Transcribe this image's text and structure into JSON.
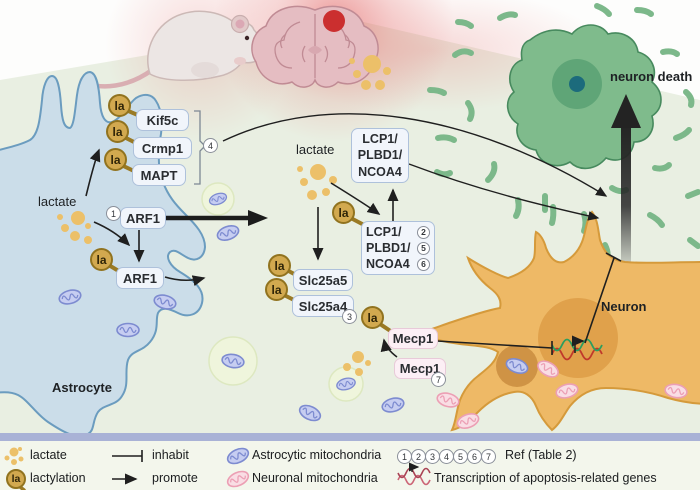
{
  "labels": {
    "neuron_death": "neuron death",
    "astrocyte": "Astrocyte",
    "neuron": "Neuron",
    "lactate_astrocyte": "lactate",
    "lactate_mid": "lactate"
  },
  "badge_text": "la",
  "boxes": {
    "kif5c": "Kif5c",
    "crmp1": "Crmp1",
    "mapt": "MAPT",
    "arf1": "ARF1",
    "arf1_lactylated": "ARF1",
    "slc25a5": "Slc25a5",
    "slc25a4": "Slc25a4",
    "mecp1_lactylated": "Mecp1",
    "mecp1": "Mecp1",
    "lcp1_free": {
      "lines": [
        "LCP1/",
        "PLBD1/",
        "NCOA4"
      ]
    },
    "lcp1_lactylated": {
      "rows": [
        {
          "name": "LCP1/",
          "ref": "2"
        },
        {
          "name": "PLBD1/",
          "ref": "5"
        },
        {
          "name": "NCOA4",
          "ref": "6"
        }
      ]
    }
  },
  "refs": {
    "arf1": "1",
    "slc25a4": "3",
    "kif5c_group": "4",
    "mecp1": "7"
  },
  "legend": {
    "lactate": "lactate",
    "lactylation": "lactylation",
    "inhibit": "inhabit",
    "promote": "promote",
    "astro_mito": "Astrocytic mitochondria",
    "neuro_mito": "Neuronal mitochondria",
    "ref_numbers": [
      "1",
      "2",
      "3",
      "4",
      "5",
      "6",
      "7"
    ],
    "ref_label": "Ref (Table 2)",
    "transcription": "Transcription of apoptosis-related genes"
  },
  "colors": {
    "lactylation_badge": "#d2a94f",
    "lactate_dot": "#ecc069",
    "astrocyte_fill": "#cbdde9",
    "neuron_fill": "#eeb966",
    "dead_neuron_fill": "#7fbb8c",
    "astro_mito": "#7d8bd0",
    "neuro_mito": "#ec9fb4",
    "divider": "#a9b2d6",
    "tissue": "#e9efe2"
  }
}
